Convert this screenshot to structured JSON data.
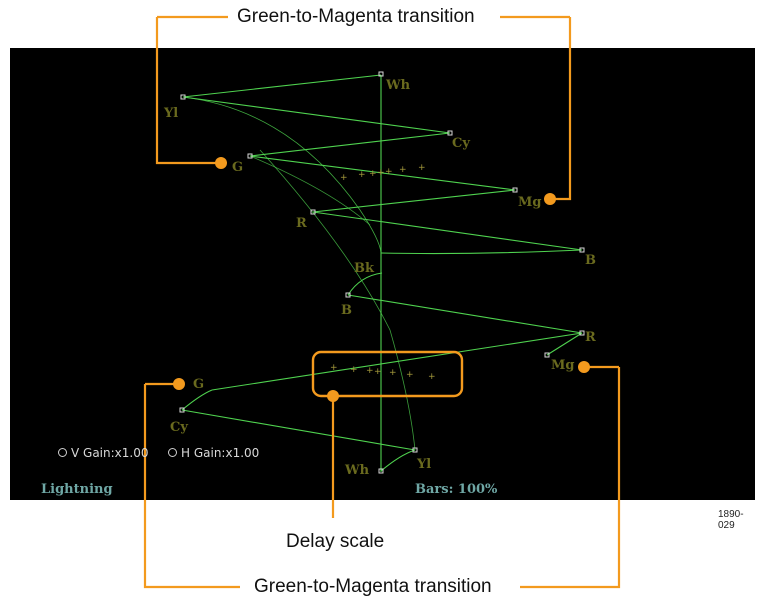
{
  "callouts": {
    "top_label": "Green-to-Magenta transition",
    "bottom_label": "Green-to-Magenta transition",
    "delay_label": "Delay scale"
  },
  "figure_id": "1890-029",
  "scope": {
    "display_name": "Lightning",
    "bars_readout": "Bars: 100%",
    "v_gain": "V Gain:x1.00",
    "h_gain": "H Gain:x1.00"
  },
  "upper_targets": [
    "Wh",
    "Yl",
    "Cy",
    "G",
    "Mg",
    "R",
    "B",
    "Bk"
  ],
  "lower_targets": [
    "B",
    "R",
    "Mg",
    "G",
    "Cy",
    "Yl",
    "Wh"
  ],
  "colors": {
    "scope_bg": "#000000",
    "trace": "#4fd24f",
    "callout": "#f39a1e",
    "target_label": "#6a6a1e",
    "status_text": "#6fa7a5"
  }
}
